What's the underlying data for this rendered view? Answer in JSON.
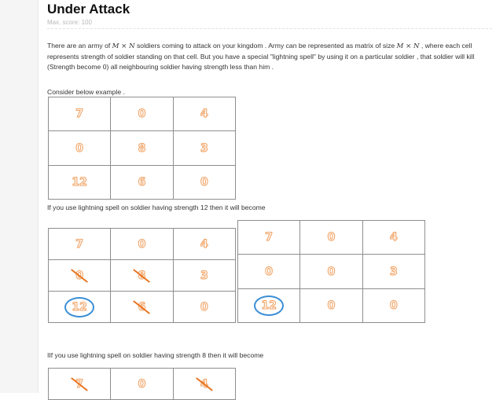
{
  "problem": {
    "title": "Under Attack",
    "max_score": "Max. score: 100",
    "intro": {
      "t1": "There are an army of ",
      "m1": "M × N",
      "t2": " soldiers coming to attack on your kingdom . Army can be represented as matrix of size ",
      "m2": "M × N",
      "t3": " , where each cell represents strength of soldier standing on that cell. But you have a special \"lightning spell\" by using it on a particular soldier , that soldier will kill (Strength become 0) all neighbouring soldier  having strength  less than him ."
    },
    "consider": "Consider below example .",
    "line_12": "If you use lightning spell  on soldier having strength 12  then it will become",
    "line_8": "IIf you use lightning spell  on soldier having strength 8  then it will become"
  },
  "grids": {
    "example": [
      [
        "7",
        "0",
        "4"
      ],
      [
        "0",
        "8",
        "3"
      ],
      [
        "12",
        "6",
        "0"
      ]
    ],
    "spell12_before": [
      [
        "7",
        "0",
        "4"
      ],
      [
        "0",
        "8",
        "3"
      ],
      [
        "12",
        "6",
        "0"
      ]
    ],
    "spell12_after": [
      [
        "7",
        "0",
        "4"
      ],
      [
        "0",
        "0",
        "3"
      ],
      [
        "12",
        "0",
        "0"
      ]
    ],
    "spell8_before_top": [
      [
        "7",
        "0",
        "4"
      ]
    ]
  },
  "colors": {
    "number_outline": "#f0a060",
    "strike": "#e8731f",
    "ring": "#3a8ed6"
  }
}
